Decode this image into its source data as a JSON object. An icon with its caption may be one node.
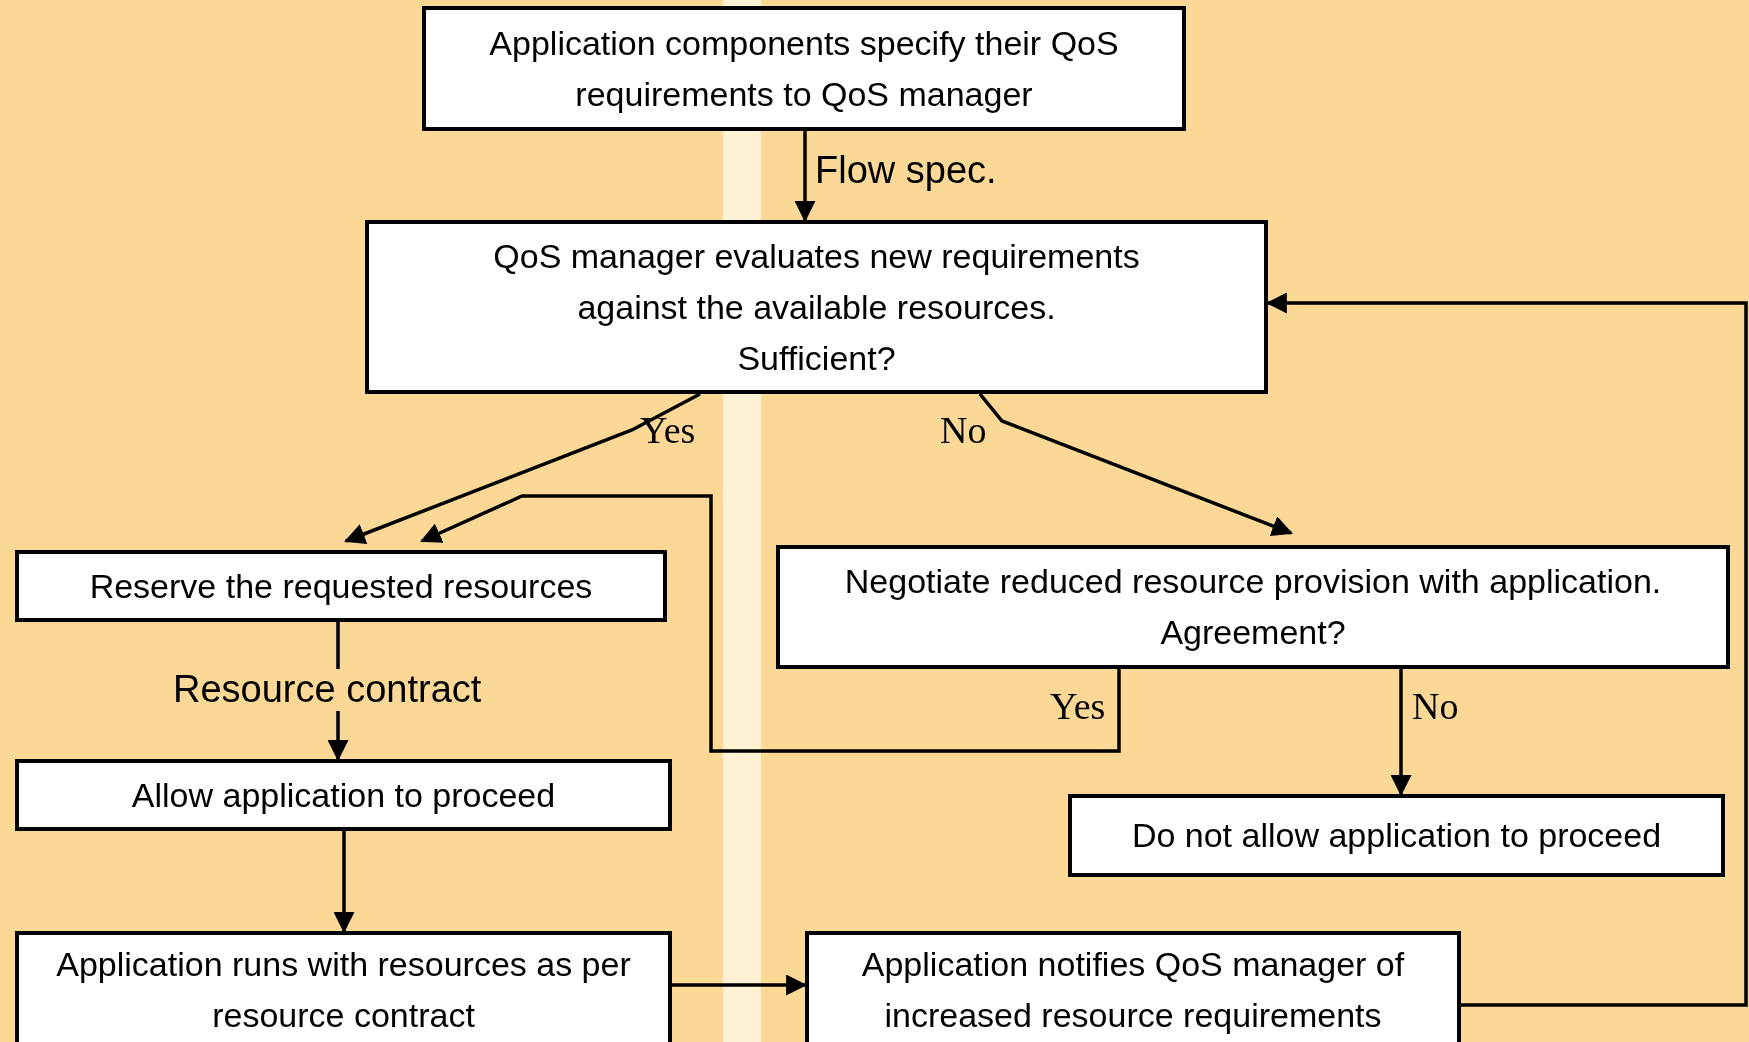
{
  "diagram": {
    "nodes": [
      {
        "text": [
          "Application components specify their QoS requirements to QoS manager"
        ]
      },
      {
        "text": [
          "QoS manager evaluates new requirements against the available resources.",
          "Sufficient?"
        ]
      },
      {
        "text": [
          "Reserve the requested resources"
        ]
      },
      {
        "text": [
          "Negotiate reduced resource provision with application.",
          "Agreement?"
        ]
      },
      {
        "text": [
          "Allow application to proceed"
        ]
      },
      {
        "text": [
          "Do not allow application to proceed"
        ]
      },
      {
        "text": [
          "Application runs with resources as per resource contract"
        ]
      },
      {
        "text": [
          "Application notifies QoS manager of increased resource requirements"
        ]
      }
    ],
    "edges": [
      {
        "from": 0,
        "to": 1,
        "arrow": "to",
        "label": "Flow spec."
      },
      {
        "from": 1,
        "to": 2,
        "arrow": "to",
        "label": "Yes"
      },
      {
        "from": 1,
        "to": 3,
        "arrow": "to",
        "label": "No"
      },
      {
        "from": 3,
        "to": 2,
        "arrow": "to",
        "label": "Yes"
      },
      {
        "from": 3,
        "to": 5,
        "arrow": "to",
        "label": "No"
      },
      {
        "from": 2,
        "to": 4,
        "arrow": "to",
        "label": "Resource contract"
      },
      {
        "from": 4,
        "to": 6,
        "arrow": "to"
      },
      {
        "from": 6,
        "to": 7,
        "arrow": "to"
      },
      {
        "from": 7,
        "to": 1,
        "arrow": "to"
      }
    ]
  }
}
